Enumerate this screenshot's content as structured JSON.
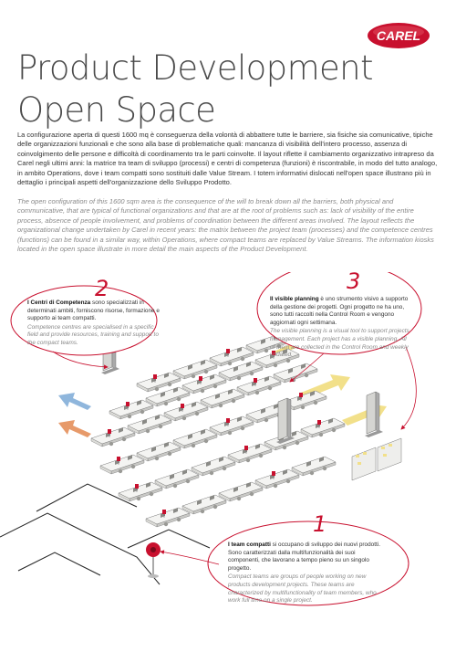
{
  "brand": {
    "logo_text": "CAREL",
    "logo_color": "#c8102e"
  },
  "title": {
    "line1": "Product Development",
    "line2": "Open Space"
  },
  "intro": {
    "it": "La configurazione aperta di questi 1600 mq è conseguenza della volontà di abbattere tutte le barriere, sia fisiche sia comunicative, tipiche delle organizzazioni funzionali e che sono alla base di problematiche quali: mancanza di visibilità dell'intero processo, assenza di coinvolgimento delle persone e difficoltà di coordinamento tra le parti coinvolte. Il layout riflette il cambiamento organizzativo intrapreso da Carel negli ultimi anni: la matrice tra team di sviluppo (processi) e centri di competenza (funzioni) è riscontrabile, in modo del tutto analogo, in ambito Operations, dove i team compatti sono sostituiti dalle Value Stream. I totem informativi dislocati nell'open space illustrano più in dettaglio i principali aspetti dell'organizzazione dello Sviluppo Prodotto.",
    "en": "The open configuration of this 1600 sqm area is the consequence of the will to break down all the barriers, both physical and communicative, that are typical of functional organizations and that are at the root of problems such as: lack of visibility of the entire process, absence of people involvement, and problems of coordination between the different areas involved. The layout reflects the organizational change undertaken by Carel in recent years: the matrix between the project team (processes) and the competence centres (functions) can be found in a similar way, within Operations, where compact teams are replaced by Value Streams. The information kiosks located in the open space illustrate in more detail the main aspects of the Product Development."
  },
  "callouts": {
    "c2": {
      "number": "2",
      "bold_it": "I Centri di Competenza",
      "rest_it": " sono specializzati in determinati ambiti, forniscono risorse, formazione e supporto ai team compatti.",
      "en": "Competence centres are specialised in a specific field and provide resources, training and support to the compact teams."
    },
    "c3": {
      "number": "3",
      "bold_it": "Il visible planning",
      "rest_it": " è uno strumento visivo a supporto della gestione dei progetti. Ogni progetto ne ha uno, sono tutti raccolti nella Control Room e vengono aggiornati ogni settimana.",
      "en": "The visible planning is a visual tool to support projects management. Each project has a visible planning. All of them are collected in the Control Room and weekly updated."
    },
    "c1": {
      "number": "1",
      "bold_it": "I team compatti",
      "rest_it": " si occupano di sviluppo dei nuovi prodotti. Sono caratterizzati dalla multifunzionalità dei suoi componenti, che lavorano a tempo pieno su un singolo progetto.",
      "en": "Compact teams are groups of people working on new products development projects. These teams are characterized by multifunctionality of team members, who work full time on a single project."
    }
  },
  "colors": {
    "accent": "#c8102e",
    "arrow_yellow": "#f2e08a",
    "arrow_blue": "#8fb6dc",
    "arrow_orange": "#e79a6a"
  }
}
